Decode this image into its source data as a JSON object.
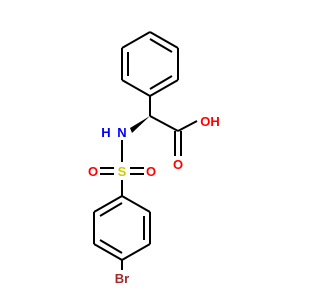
{
  "molecule": {
    "atoms": {
      "oh": {
        "label": "OH",
        "color": "#ff0000"
      },
      "o_carbonyl": {
        "label": "O",
        "color": "#ff0000"
      },
      "n": {
        "label": "N",
        "color": "#0000ff"
      },
      "h_n": {
        "label": "H",
        "color": "#0000ff"
      },
      "s": {
        "label": "S",
        "color": "#cccc00"
      },
      "o_s_left": {
        "label": "O",
        "color": "#ff0000"
      },
      "o_s_right": {
        "label": "O",
        "color": "#ff0000"
      },
      "br": {
        "label": "Br",
        "color": "#a52a2a"
      }
    }
  }
}
